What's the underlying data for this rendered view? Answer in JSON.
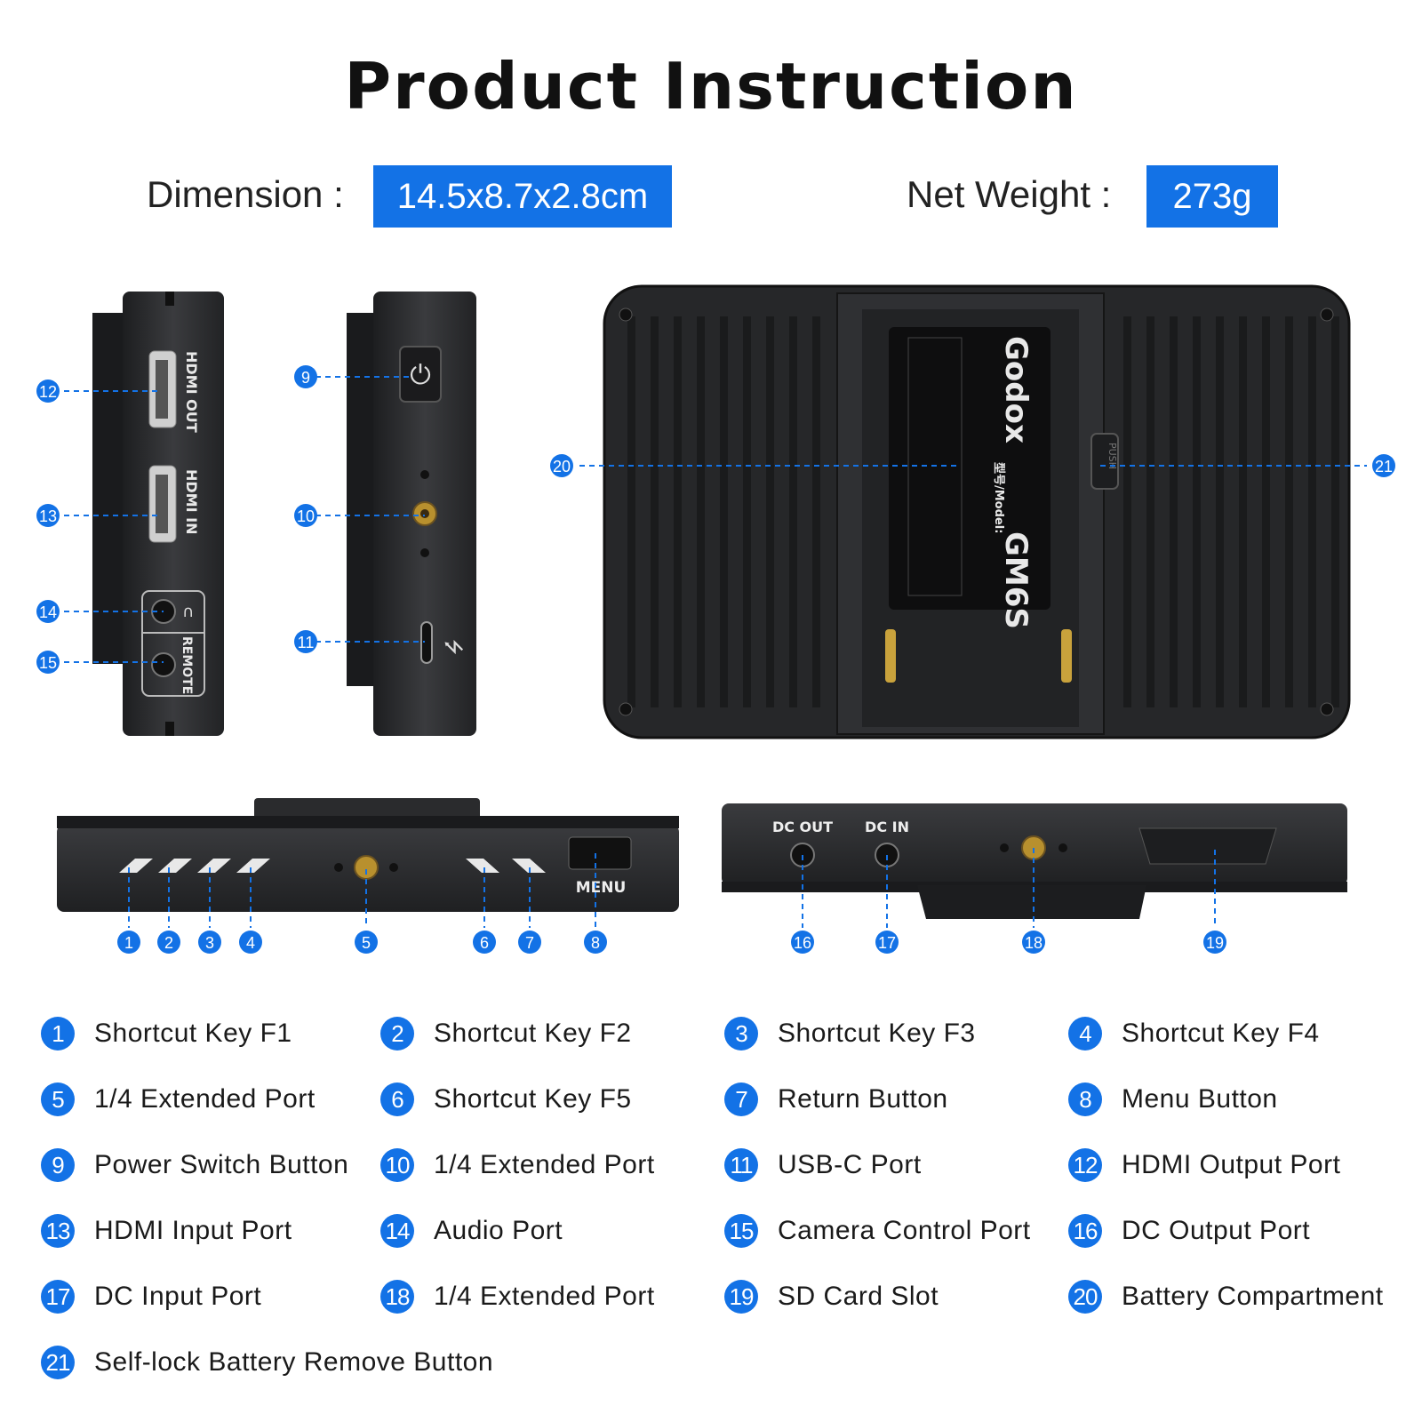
{
  "title": "Product Instruction",
  "specs": {
    "dimension_label": "Dimension :",
    "dimension_value": "14.5x8.7x2.8cm",
    "weight_label": "Net Weight :",
    "weight_value": "273g"
  },
  "device": {
    "hdmi_out": "HDMI OUT",
    "hdmi_in": "HDMI IN",
    "remote": "REMOTE",
    "menu": "MENU",
    "dc_out": "DC OUT",
    "dc_in": "DC IN",
    "push": "PUSH",
    "brand": "Godox",
    "model": "GM6S",
    "model_prefix": "型号/Model:"
  },
  "legend": [
    {
      "num": "1",
      "label": "Shortcut Key F1"
    },
    {
      "num": "2",
      "label": "Shortcut Key F2"
    },
    {
      "num": "3",
      "label": "Shortcut Key F3"
    },
    {
      "num": "4",
      "label": "Shortcut Key F4"
    },
    {
      "num": "5",
      "label": "1/4 Extended Port"
    },
    {
      "num": "6",
      "label": "Shortcut Key F5"
    },
    {
      "num": "7",
      "label": "Return Button"
    },
    {
      "num": "8",
      "label": "Menu Button"
    },
    {
      "num": "9",
      "label": "Power Switch Button"
    },
    {
      "num": "10",
      "label": "1/4 Extended Port"
    },
    {
      "num": "11",
      "label": "USB-C Port"
    },
    {
      "num": "12",
      "label": "HDMI Output Port"
    },
    {
      "num": "13",
      "label": "HDMI Input Port"
    },
    {
      "num": "14",
      "label": "Audio Port"
    },
    {
      "num": "15",
      "label": "Camera Control Port"
    },
    {
      "num": "16",
      "label": "DC Output Port"
    },
    {
      "num": "17",
      "label": "DC Input Port"
    },
    {
      "num": "18",
      "label": "1/4 Extended Port"
    },
    {
      "num": "19",
      "label": "SD Card Slot"
    },
    {
      "num": "20",
      "label": "Battery Compartment"
    },
    {
      "num": "21",
      "label": "Self-lock Battery Remove Button"
    }
  ],
  "colors": {
    "accent": "#1372e6",
    "device": "#2b2c2e"
  }
}
